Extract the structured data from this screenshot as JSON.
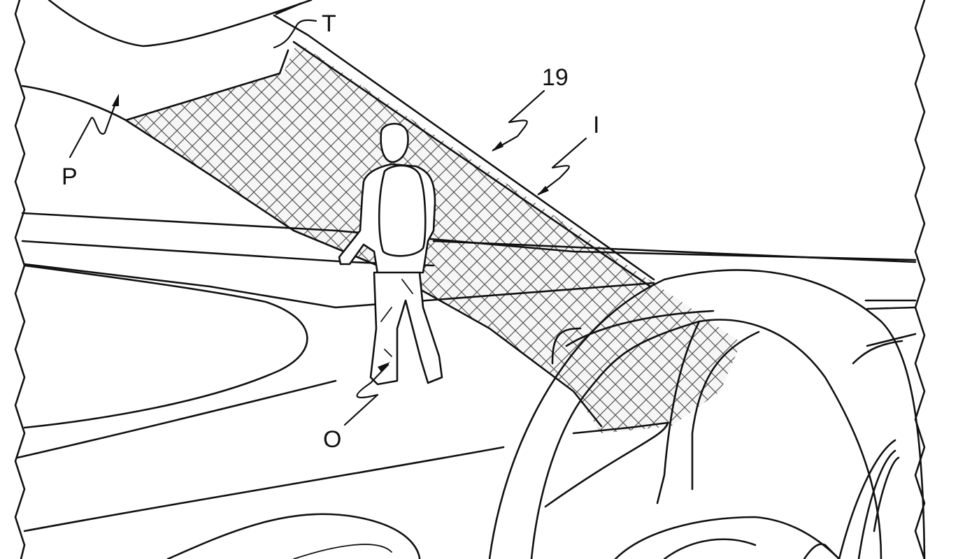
{
  "figure": {
    "type": "patent-line-drawing",
    "subject": "Vehicle interior view through windshield with see-through A-pillar showing pedestrian",
    "colors": {
      "background": "#ffffff",
      "line": "#111111",
      "hatch": "#555555"
    }
  },
  "labels": {
    "T": "T",
    "ref_19": "19",
    "I": "I",
    "P": "P",
    "O": "O"
  },
  "callouts": [
    {
      "label": "T",
      "target": "pillar-top-trim"
    },
    {
      "label": "19",
      "target": "a-pillar-outer-edge"
    },
    {
      "label": "I",
      "target": "a-pillar-inner-edge"
    },
    {
      "label": "P",
      "target": "pillar-display-region"
    },
    {
      "label": "O",
      "target": "pedestrian"
    }
  ]
}
